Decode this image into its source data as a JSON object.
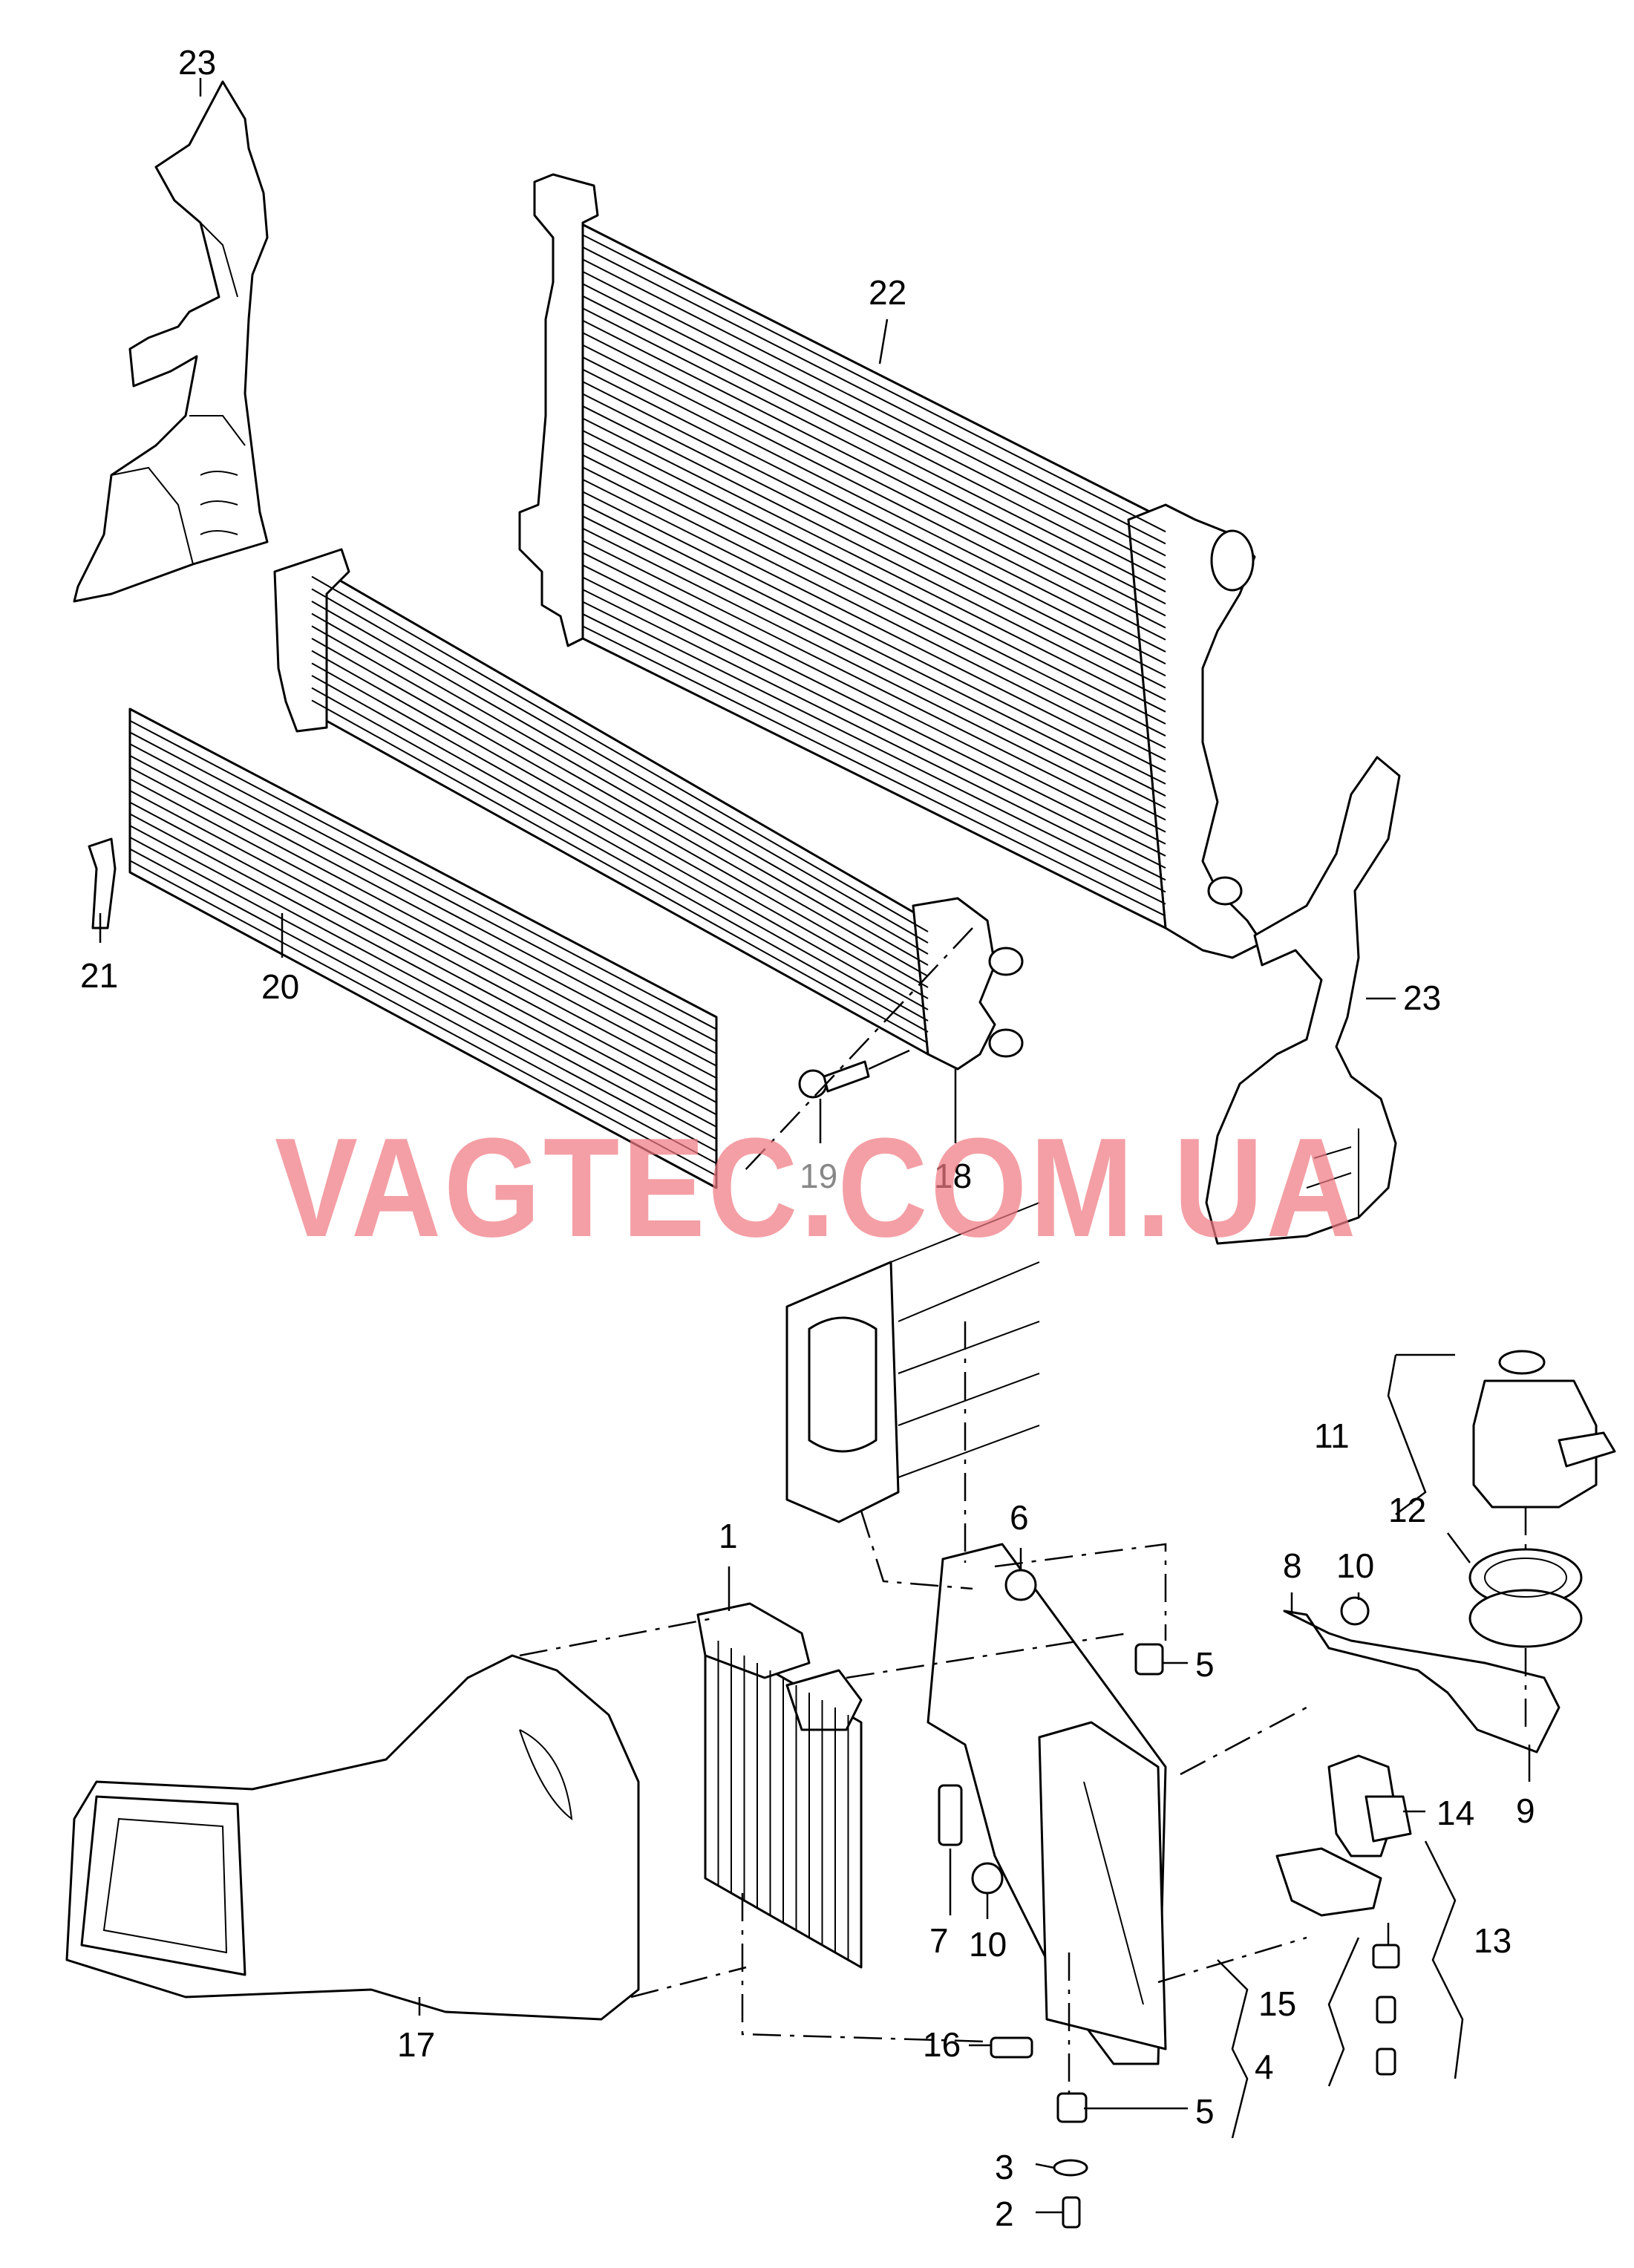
{
  "watermark": "VAGTEC.COM.UA",
  "callouts": [
    {
      "id": "23a",
      "text": "23"
    },
    {
      "id": "22",
      "text": "22"
    },
    {
      "id": "21",
      "text": "21"
    },
    {
      "id": "20",
      "text": "20"
    },
    {
      "id": "19",
      "text": "19"
    },
    {
      "id": "18",
      "text": "18"
    },
    {
      "id": "23b",
      "text": "23"
    },
    {
      "id": "11",
      "text": "11"
    },
    {
      "id": "12",
      "text": "12"
    },
    {
      "id": "1",
      "text": "1"
    },
    {
      "id": "6",
      "text": "6"
    },
    {
      "id": "8",
      "text": "8"
    },
    {
      "id": "10a",
      "text": "10"
    },
    {
      "id": "5a",
      "text": "5"
    },
    {
      "id": "9",
      "text": "9"
    },
    {
      "id": "14",
      "text": "14"
    },
    {
      "id": "7",
      "text": "7"
    },
    {
      "id": "10b",
      "text": "10"
    },
    {
      "id": "13",
      "text": "13"
    },
    {
      "id": "17",
      "text": "17"
    },
    {
      "id": "15",
      "text": "15"
    },
    {
      "id": "16",
      "text": "16"
    },
    {
      "id": "4",
      "text": "4"
    },
    {
      "id": "5b",
      "text": "5"
    },
    {
      "id": "3",
      "text": "3"
    },
    {
      "id": "2",
      "text": "2"
    }
  ]
}
